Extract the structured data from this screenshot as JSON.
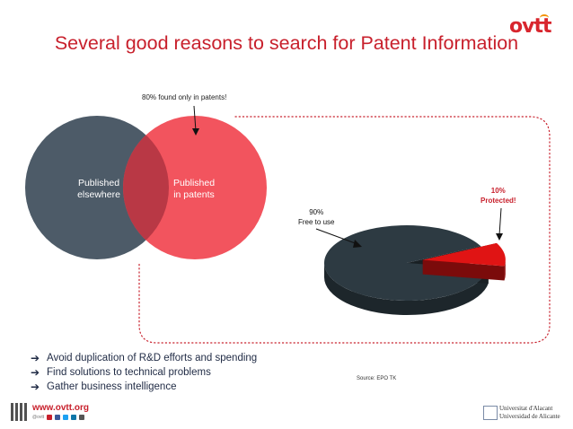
{
  "header": {
    "title": "Several good reasons to search for Patent Information",
    "logo_text": "ovtt"
  },
  "venn": {
    "left_label_1": "Published",
    "left_label_2": "elsewhere",
    "right_label_1": "Published",
    "right_label_2": "in patents",
    "callout": "80% found only in patents!",
    "colors": {
      "left": "#4d5b68",
      "right": "#f2545e",
      "overlap": "#b93845"
    }
  },
  "chart_data": {
    "type": "pie",
    "categories": [
      "Free to use",
      "Protected!"
    ],
    "values": [
      90,
      10
    ],
    "data_labels": [
      "90%",
      "10%"
    ],
    "colors": [
      "#2d3a42",
      "#e01414"
    ],
    "style": "3d-exploded"
  },
  "pie_labels": {
    "free_pct": "90%",
    "free_text": "Free to use",
    "protected_pct": "10%",
    "protected_text": "Protected!"
  },
  "bullets": [
    "Avoid duplication of R&D efforts and spending",
    "Find solutions to technical problems",
    "Gather business intelligence"
  ],
  "source": "Source: EPO TK",
  "footer": {
    "url": "www.ovtt.org",
    "social_handle": "@ovtt",
    "university_line1": "Universitat d'Alacant",
    "university_line2": "Universidad de Alicante"
  }
}
